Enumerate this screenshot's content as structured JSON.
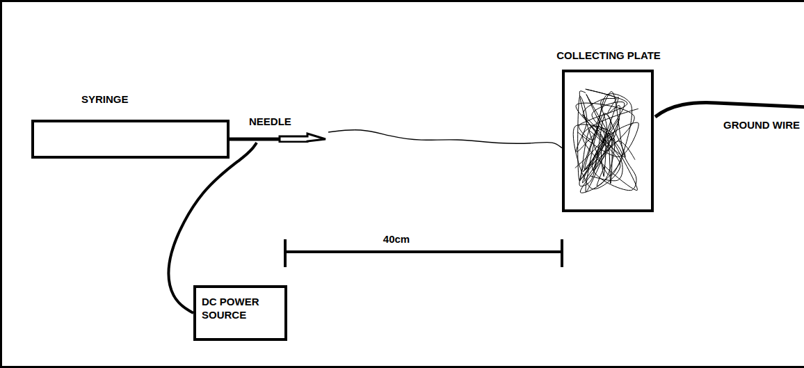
{
  "diagram": {
    "nodes": [
      {
        "text": [
          "SYRINGE"
        ]
      },
      {
        "text": [
          "NEEDLE"
        ]
      },
      {
        "text": [
          "COLLECTING PLATE"
        ]
      },
      {
        "text": [
          "DC POWER SOURCE"
        ]
      }
    ],
    "edges": [
      {
        "from": 0,
        "to": 1,
        "arrow": "none"
      },
      {
        "from": 3,
        "to": 1,
        "arrow": "none"
      },
      {
        "from": 1,
        "to": 2,
        "arrow": "none"
      }
    ],
    "labels": [
      "GROUND WIRE",
      "40cm"
    ]
  }
}
